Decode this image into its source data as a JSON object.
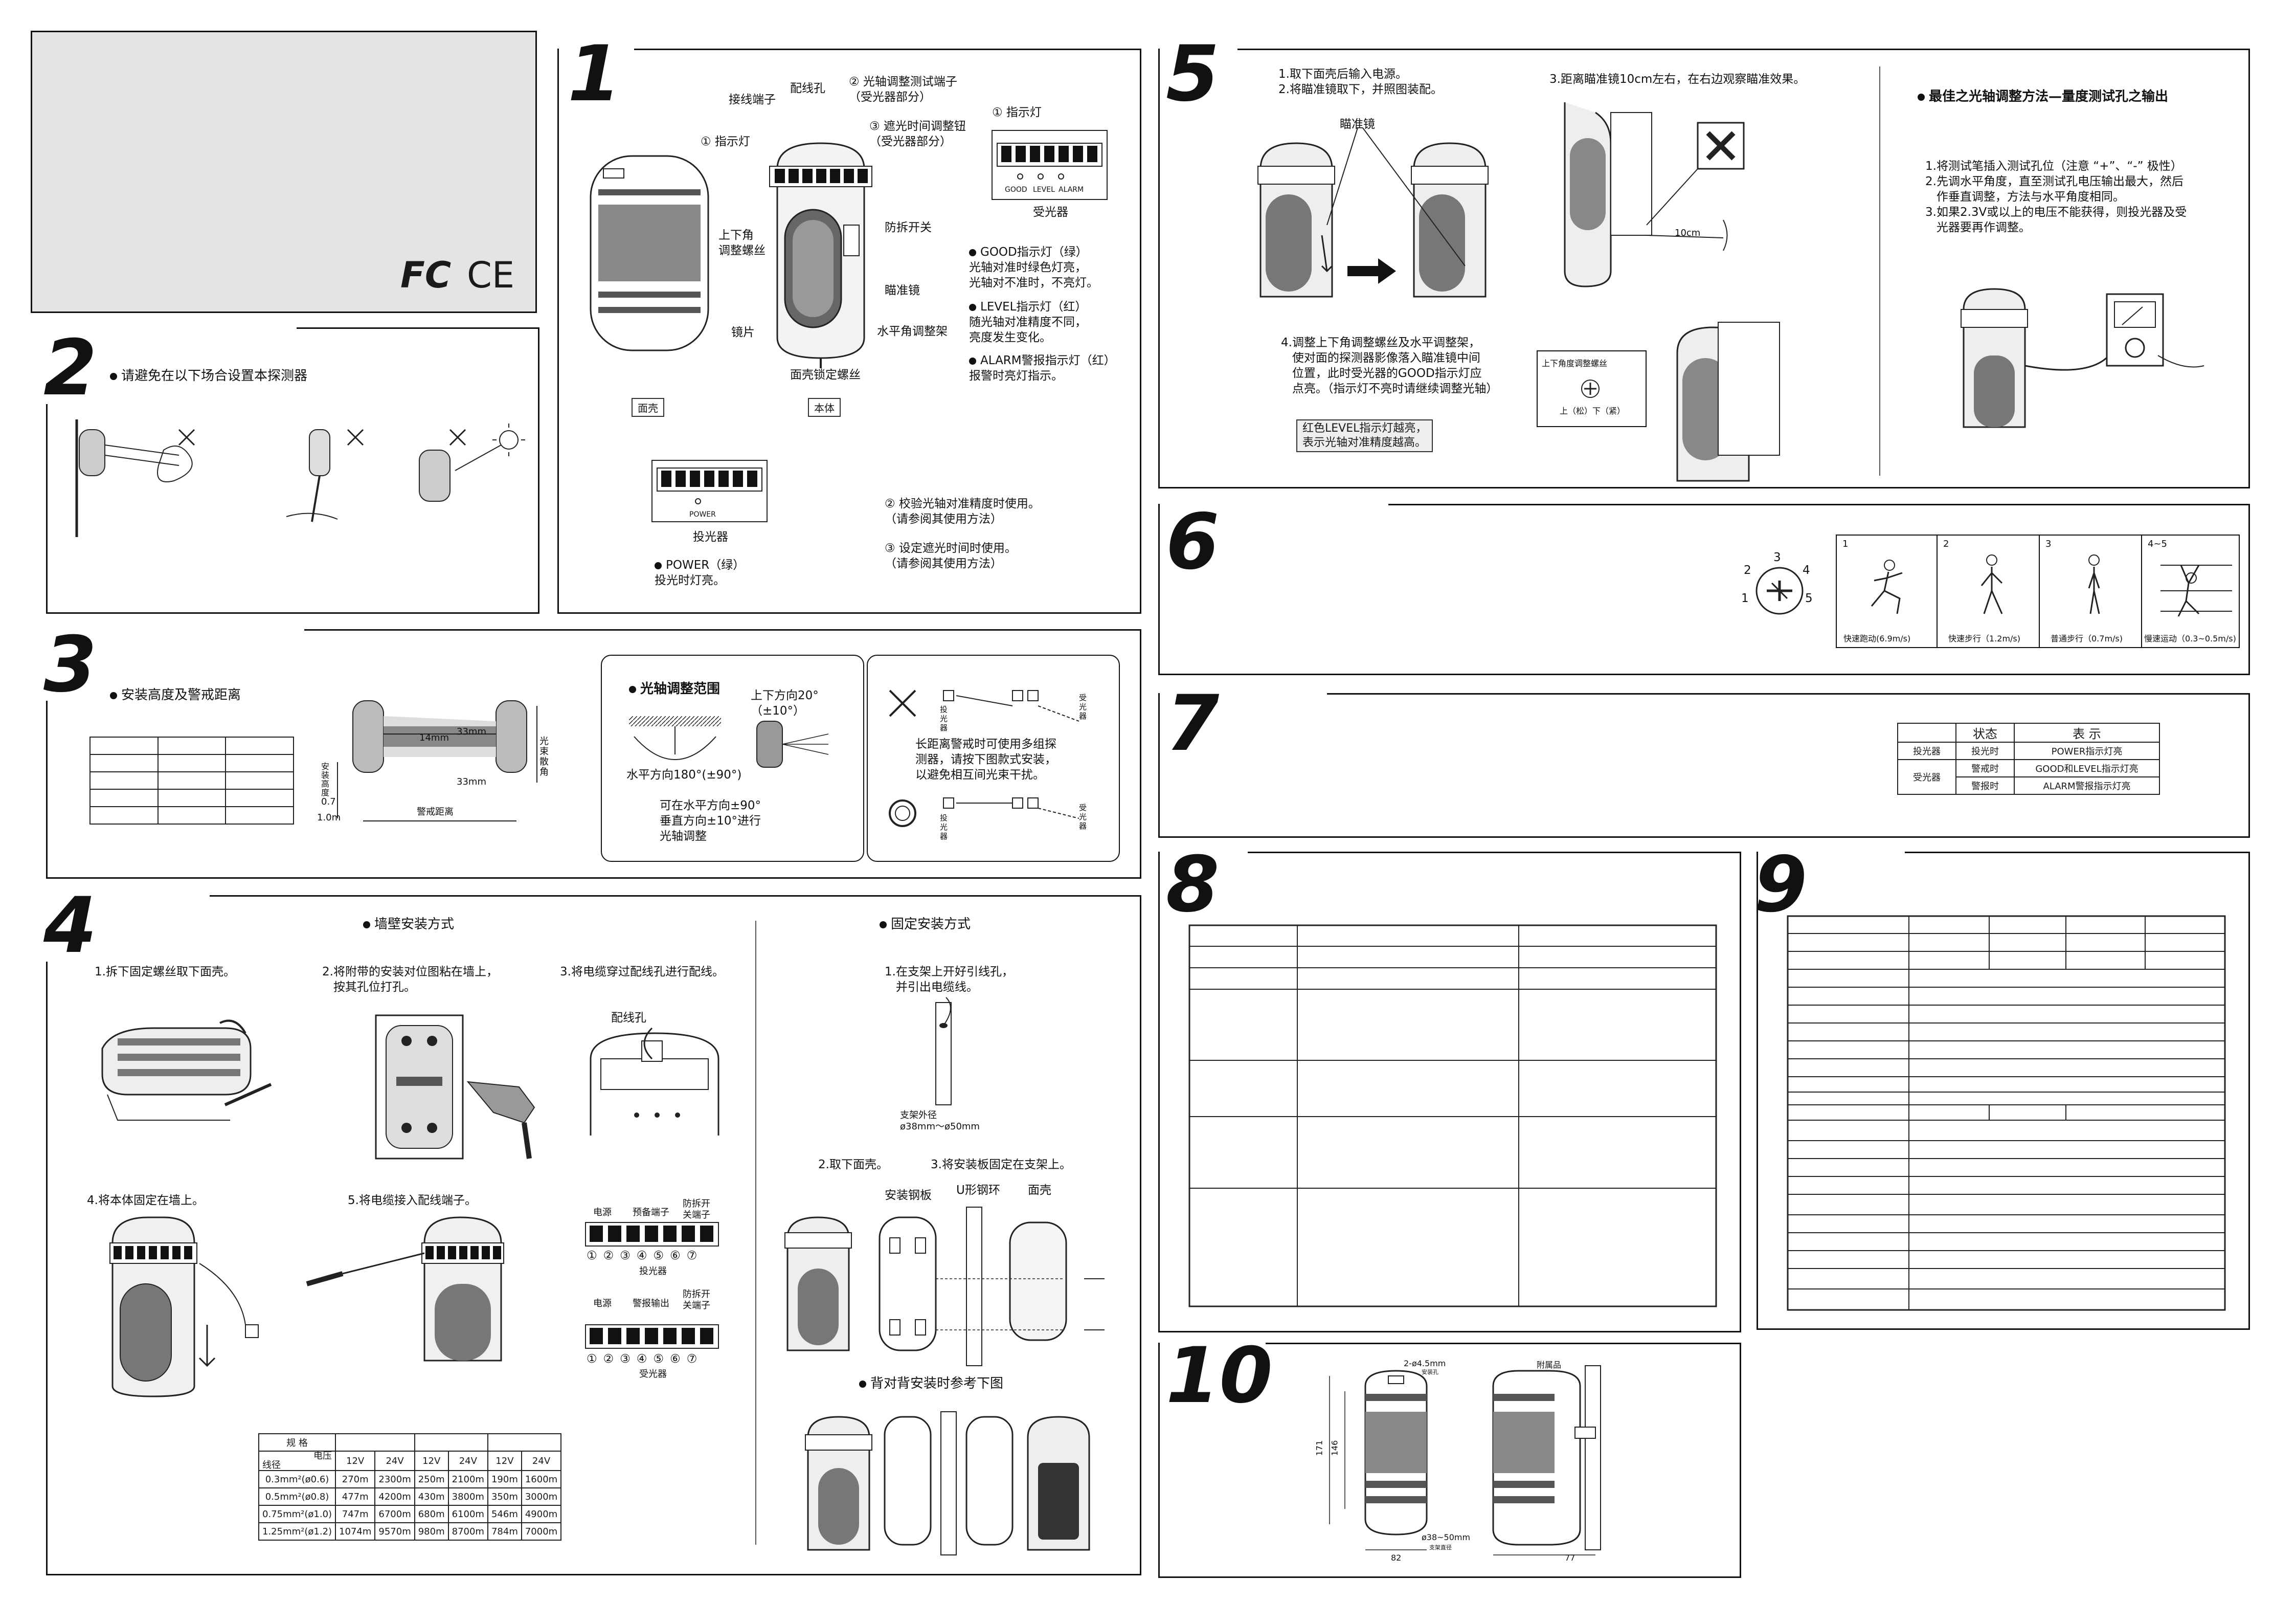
{
  "logos": {
    "fc": "FC",
    "ce": "CE"
  },
  "s1": {
    "num": "1",
    "cover_label": "面壳",
    "body_label": "本体",
    "labels": {
      "terminal": "接线端子",
      "wire_hole": "配线孔",
      "test_port": "② 光轴调整测试端子\n（受光器部分）",
      "shade_knob": "③ 遮光时间调整钮\n（受光器部分）",
      "indicator_left": "① 指示灯",
      "indicator_right": "① 指示灯",
      "vertical_screw": "上下角\n调整螺丝",
      "tamper": "防拆开关",
      "sight": "瞄准镜",
      "lens": "镜片",
      "h_adjust": "水平角调整架",
      "cover_screw": "面壳锁定螺丝"
    },
    "receiver_led_labels": [
      "GOOD",
      "LEVEL",
      "ALARM"
    ],
    "receiver_label": "受光器",
    "emitter_label": "投光器",
    "power_label": "POWER",
    "notes": [
      "GOOD指示灯（绿）\n光轴对准时绿色灯亮，\n光轴对不准时，不亮灯。",
      "LEVEL指示灯（红）\n随光轴对准精度不同，\n亮度发生变化。",
      "ALARM警报指示灯（红）\n报警时亮灯指示。"
    ],
    "note2": "② 校验光轴对准精度时使用。\n（请参阅其使用方法）",
    "note3": "③ 设定遮光时间时使用。\n（请参阅其使用方法）",
    "power_note": "POWER（绿）\n投光时灯亮。"
  },
  "s2": {
    "num": "2",
    "title": "请避免在以下场合设置本探测器"
  },
  "s3": {
    "num": "3",
    "title": "安装高度及警戒距离",
    "dims": {
      "d14": "14mm",
      "d33a": "33mm",
      "d33b": "33mm"
    },
    "h_label": "安装高度",
    "h07": "0.7",
    "h10": "1.0m",
    "distance": "警戒距离",
    "beam_angle": "光束散角",
    "axis_title": "光轴调整范围",
    "up_down": "上下方向20°\n（±10°）",
    "horizontal": "水平方向180°(±90°)",
    "adjust_note": "可在水平方向±90°\n垂直方向±10°进行\n光轴调整",
    "emitter": "投光器",
    "receiver": "受光器",
    "long_note": "长距离警戒时可使用多组探\n测器，请按下图款式安装，\n以避免相互间光束干扰。"
  },
  "s4": {
    "num": "4",
    "wall_title": "墙壁安装方式",
    "fixed_title": "固定安装方式",
    "steps": [
      "1.拆下固定螺丝取下面壳。",
      "2.将附带的安装对位图粘在墙上，\n   按其孔位打孔。",
      "3.将电缆穿过配线孔进行配线。",
      "4.将本体固定在墙上。",
      "5.将电缆接入配线端子。"
    ],
    "wire_hole": "配线孔",
    "terminal_groups_emitter": [
      "电源",
      "预备端子",
      "防拆开\n关端子"
    ],
    "terminal_groups_receiver": [
      "电源",
      "警报输出",
      "防拆开\n关端子"
    ],
    "emitter": "投光器",
    "receiver": "受光器",
    "terminal_nums": [
      "①",
      "②",
      "③",
      "④",
      "⑤",
      "⑥",
      "⑦"
    ],
    "fixed_steps": [
      "1.在支架上开好引线孔，\n   并引出电缆线。",
      "2.取下面壳。",
      "3.将安装板固定在支架上。"
    ],
    "pole": "支架外径\nø38mm～ø50mm",
    "plate": "安装钢板",
    "u_ring": "U形钢环",
    "cover": "面壳",
    "back_title": "背对背安装时参考下图",
    "table": {
      "h_spec": "规  格",
      "h_voltage": "电压",
      "h_wire": "线径",
      "volts": [
        "12V",
        "24V",
        "12V",
        "24V",
        "12V",
        "24V"
      ],
      "rows": [
        {
          "w": "0.3mm²(ø0.6)",
          "v": [
            "270m",
            "2300m",
            "250m",
            "2100m",
            "190m",
            "1600m"
          ]
        },
        {
          "w": "0.5mm²(ø0.8)",
          "v": [
            "477m",
            "4200m",
            "430m",
            "3800m",
            "350m",
            "3000m"
          ]
        },
        {
          "w": "0.75mm²(ø1.0)",
          "v": [
            "747m",
            "6700m",
            "680m",
            "6100m",
            "546m",
            "4900m"
          ]
        },
        {
          "w": "1.25mm²(ø1.2)",
          "v": [
            "1074m",
            "9570m",
            "980m",
            "8700m",
            "784m",
            "7000m"
          ]
        }
      ]
    }
  },
  "s5": {
    "num": "5",
    "steps12": "1.取下面壳后输入电源。\n2.将瞄准镜取下，并照图装配。",
    "sight": "瞄准镜",
    "step3": "3.距离瞄准镜10cm左右，在右边观察瞄准效果。",
    "d10": "10cm",
    "step4": "4.调整上下角调整螺丝及水平调整架，\n   使对面的探测器影像落入瞄准镜中间\n   位置，此时受光器的GOOD指示灯应\n   点亮。（指示灯不亮时请继续调整光轴）",
    "red_note": "红色LEVEL指示灯越亮，\n表示光轴对准精度越高。",
    "screw_box": "上下角度调整螺丝",
    "up_down": "上（松）下（紧）",
    "best_title": "最佳之光轴调整方法—量度测试孔之输出",
    "best_steps": "1.将测试笔插入测试孔位（注意 “+”、“-” 极性）\n2.先调水平角度，直至测试孔电压输出最大，然后\n   作垂直调整，方法与水平角度相同。\n3.如果2.3V或以上的电压不能获得，则投光器及受\n   光器要再作调整。"
  },
  "s6": {
    "num": "6",
    "dial": [
      "1",
      "2",
      "3",
      "4",
      "5"
    ],
    "modes": [
      {
        "n": "1",
        "text": "快速跑动(6.9m/s)"
      },
      {
        "n": "2",
        "text": "快速步行（1.2m/s)"
      },
      {
        "n": "3",
        "text": "普通步行（0.7m/s)"
      },
      {
        "n": "4~5",
        "text": "慢速运动（0.3~0.5m/s)"
      }
    ]
  },
  "s7": {
    "num": "7",
    "h_state": "状态",
    "h_display": "表  示",
    "rows": [
      {
        "dev": "投光器",
        "state": "投光时",
        "disp": "POWER指示灯亮"
      },
      {
        "dev": "受光器",
        "state": "警戒时",
        "disp": "GOOD和LEVEL指示灯亮"
      },
      {
        "dev": "",
        "state": "警报时",
        "disp": "ALARM警报指示灯亮"
      }
    ]
  },
  "s8": {
    "num": "8"
  },
  "s9": {
    "num": "9"
  },
  "s10": {
    "num": "10",
    "hole": "2-ø4.5mm",
    "hole_sub": "安装孔",
    "h171": "171",
    "h146": "146",
    "w82": "82",
    "w77": "77",
    "pole": "ø38~50mm",
    "pole_sub": "支架直径",
    "accessory": "附属品"
  }
}
